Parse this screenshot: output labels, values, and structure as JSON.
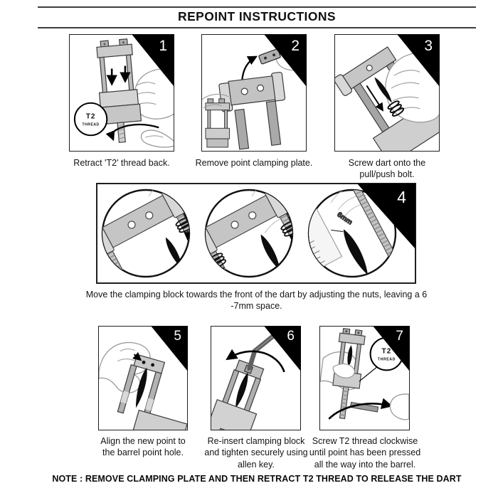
{
  "page": {
    "title": "REPOINT INSTRUCTIONS",
    "note": "NOTE : REMOVE CLAMPING PLATE AND THEN RETRACT T2 THREAD TO RELEASE THE DART"
  },
  "labels": {
    "t2": "T2",
    "thread": "THREAD",
    "gap": "6mm"
  },
  "steps": [
    {
      "number": "1",
      "caption": "Retract 'T2' thread back."
    },
    {
      "number": "2",
      "caption": "Remove point clamping plate."
    },
    {
      "number": "3",
      "caption": "Screw dart onto the pull/push bolt."
    },
    {
      "number": "4",
      "caption": "Move the clamping block towards the front of the dart by adjusting the nuts, leaving a 6 -7mm space."
    },
    {
      "number": "5",
      "caption": "Align the new point to the barrel point hole."
    },
    {
      "number": "6",
      "caption": "Re-insert clamping block and tighten securely using allen key."
    },
    {
      "number": "7",
      "caption": "Screw T2 thread clockwise until point has been pressed all the way into the barrel."
    }
  ]
}
